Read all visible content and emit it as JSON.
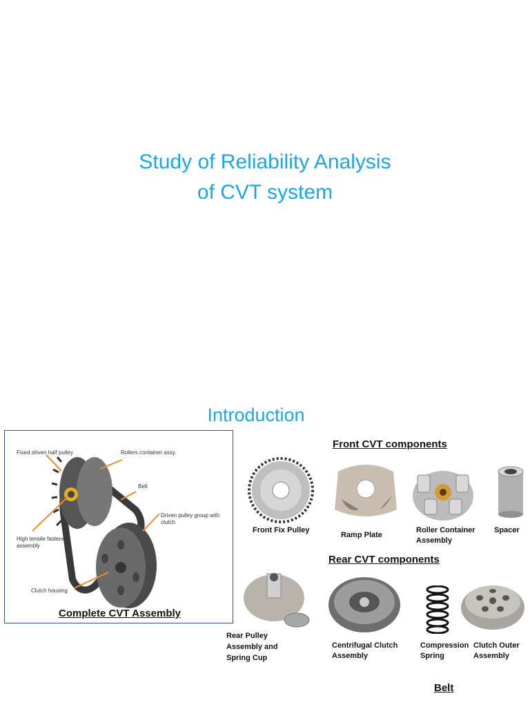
{
  "slide1": {
    "title_line1": "Study of Reliability Analysis",
    "title_line2": "of CVT system"
  },
  "slide2": {
    "title": "Introduction",
    "assembly": {
      "caption": "Complete CVT Assembly",
      "labels": {
        "fixed_driven": "Fixed driven half pulley",
        "rollers": "Rollers container assy.",
        "belt": "Belt",
        "driven_group_1": "Driven pulley group with",
        "driven_group_2": "clutch",
        "fastener_1": "High tensile fastener",
        "fastener_2": "assembly",
        "clutch_housing": "Clutch housing"
      }
    },
    "front": {
      "heading": "Front CVT components",
      "items": [
        {
          "label": "Front Fix Pulley"
        },
        {
          "label": "Ramp Plate"
        },
        {
          "label_line1": "Roller Container",
          "label_line2": "Assembly"
        },
        {
          "label": "Spacer"
        }
      ]
    },
    "rear": {
      "heading": "Rear CVT components",
      "items": [
        {
          "label_line1": "Rear Pulley",
          "label_line2": "Assembly and",
          "label_line3": "Spring Cup"
        },
        {
          "label_line1": "Centrifugal Clutch",
          "label_line2": "Assembly"
        },
        {
          "label_line1": "Compression",
          "label_line2": "Spring"
        },
        {
          "label_line1": "Clutch Outer",
          "label_line2": "Assembly"
        }
      ]
    },
    "belt_heading": "Belt"
  }
}
